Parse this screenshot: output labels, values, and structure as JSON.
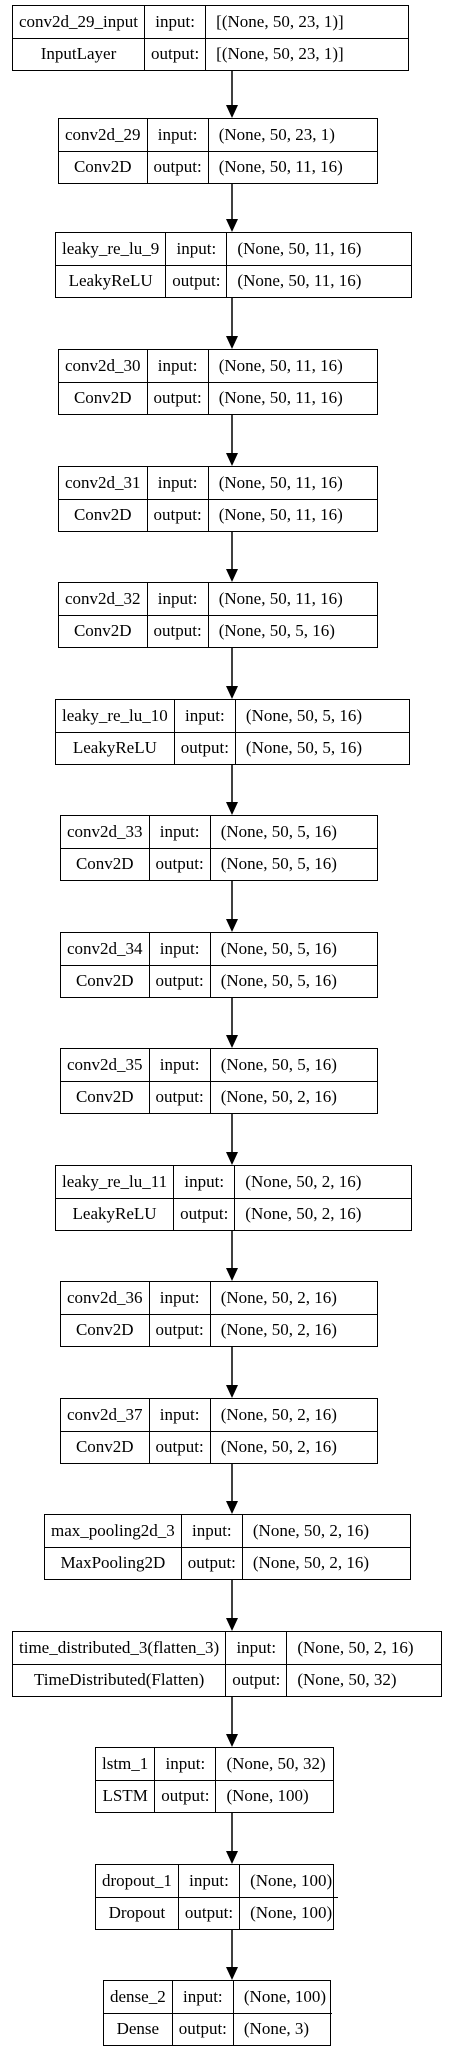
{
  "labels": {
    "input": "input:",
    "output": "output:"
  },
  "layers": [
    {
      "name": "conv2d_29_input",
      "type": "InputLayer",
      "input": "[(None, 50, 23, 1)]",
      "output": "[(None, 50, 23, 1)]"
    },
    {
      "name": "conv2d_29",
      "type": "Conv2D",
      "input": "(None, 50, 23, 1)",
      "output": "(None, 50, 11, 16)"
    },
    {
      "name": "leaky_re_lu_9",
      "type": "LeakyReLU",
      "input": "(None, 50, 11, 16)",
      "output": "(None, 50, 11, 16)"
    },
    {
      "name": "conv2d_30",
      "type": "Conv2D",
      "input": "(None, 50, 11, 16)",
      "output": "(None, 50, 11, 16)"
    },
    {
      "name": "conv2d_31",
      "type": "Conv2D",
      "input": "(None, 50, 11, 16)",
      "output": "(None, 50, 11, 16)"
    },
    {
      "name": "conv2d_32",
      "type": "Conv2D",
      "input": "(None, 50, 11, 16)",
      "output": "(None, 50, 5, 16)"
    },
    {
      "name": "leaky_re_lu_10",
      "type": "LeakyReLU",
      "input": "(None, 50, 5, 16)",
      "output": "(None, 50, 5, 16)"
    },
    {
      "name": "conv2d_33",
      "type": "Conv2D",
      "input": "(None, 50, 5, 16)",
      "output": "(None, 50, 5, 16)"
    },
    {
      "name": "conv2d_34",
      "type": "Conv2D",
      "input": "(None, 50, 5, 16)",
      "output": "(None, 50, 5, 16)"
    },
    {
      "name": "conv2d_35",
      "type": "Conv2D",
      "input": "(None, 50, 5, 16)",
      "output": "(None, 50, 2, 16)"
    },
    {
      "name": "leaky_re_lu_11",
      "type": "LeakyReLU",
      "input": "(None, 50, 2, 16)",
      "output": "(None, 50, 2, 16)"
    },
    {
      "name": "conv2d_36",
      "type": "Conv2D",
      "input": "(None, 50, 2, 16)",
      "output": "(None, 50, 2, 16)"
    },
    {
      "name": "conv2d_37",
      "type": "Conv2D",
      "input": "(None, 50, 2, 16)",
      "output": "(None, 50, 2, 16)"
    },
    {
      "name": "max_pooling2d_3",
      "type": "MaxPooling2D",
      "input": "(None, 50, 2, 16)",
      "output": "(None, 50, 2, 16)"
    },
    {
      "name": "time_distributed_3(flatten_3)",
      "type": "TimeDistributed(Flatten)",
      "input": "(None, 50, 2, 16)",
      "output": "(None, 50, 32)"
    },
    {
      "name": "lstm_1",
      "type": "LSTM",
      "input": "(None, 50, 32)",
      "output": "(None, 100)"
    },
    {
      "name": "dropout_1",
      "type": "Dropout",
      "input": "(None, 100)",
      "output": "(None, 100)"
    },
    {
      "name": "dense_2",
      "type": "Dense",
      "input": "(None, 100)",
      "output": "(None, 3)"
    }
  ]
}
